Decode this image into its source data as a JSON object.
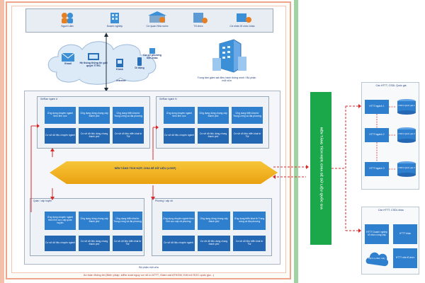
{
  "colors": {
    "outer_border": "#f0a58a",
    "left_band": "#f3c0aa",
    "right_band": "#9fd39f",
    "axis_bar": "#1aa84a",
    "orange_bar": "#f2b21a",
    "tile_blue": "#2f7fcf",
    "arrow_red": "#d62b2b"
  },
  "top_bar": {
    "items": [
      {
        "label": "Người dân",
        "icon": "people-icon"
      },
      {
        "label": "Doanh nghiệp",
        "icon": "building-icon"
      },
      {
        "label": "Cơ quan Nhà nước",
        "icon": "government-icon"
      },
      {
        "label": "Tổ chức",
        "icon": "organization-icon"
      },
      {
        "label": "Cá nhân tổ chức khác",
        "icon": "group-icon"
      }
    ]
  },
  "cloud": {
    "email": "Email",
    "portal": "Hệ thống thông tin giải quyết TTHC",
    "kiosk": "Kiosk",
    "mobile": "Di động",
    "app": "Cơ sở phương tiện khác",
    "internet": "Internet"
  },
  "server_caption": "Trung tâm giám sát điều hành thông minh / Bộ phận một cửa",
  "left_panels": [
    {
      "title": "Sở/Ban ngành A",
      "top_tiles": [
        "Ứng dụng chuyên ngành theo lĩnh vực",
        "Ứng dụng dùng chung cấp thành phố",
        "Ứng dụng triển khai từ Trung ương và địa phương"
      ],
      "bottom_tiles": [
        "Cơ sở dữ liệu chuyên ngành",
        "Cơ sở dữ liệu dùng chung thành phố",
        "Cơ sở dữ liệu triển khai từ TW"
      ]
    },
    {
      "title": "Sở/Ban ngành N",
      "top_tiles": [
        "Ứng dụng chuyên ngành theo lĩnh vực",
        "Ứng dụng dùng chung cấp thành phố",
        "Ứng dụng triển khai từ Trung ương và địa phương"
      ],
      "bottom_tiles": [
        "Cơ sở dữ liệu chuyên ngành",
        "Cơ sở dữ liệu dùng chung thành phố",
        "Cơ sở dữ liệu triển khai từ TW"
      ]
    },
    {
      "title": "Quận / cấp huyện",
      "top_tiles": [
        "Ứng dụng chuyên ngành theo lĩnh vực cấp quận huyện",
        "Ứng dụng dùng chung cấp thành phố",
        "Ứng dụng triển khai từ Trung ương và địa phương"
      ],
      "bottom_tiles": [
        "Cơ sở dữ liệu chuyên ngành",
        "Cơ sở dữ liệu dùng chung thành phố",
        "Cơ sở dữ liệu triển khai từ TW"
      ]
    },
    {
      "title": "Phường / cấp xã",
      "top_tiles": [
        "Ứng dụng chuyên ngành theo lĩnh vực cấp xã phường",
        "Ứng dụng dùng chung cấp thành phố",
        "Ứng dụng triển khai từ Trung ương và địa phương"
      ],
      "bottom_tiles": [
        "Cơ sở dữ liệu chuyên ngành",
        "Cơ sở dữ liệu dùng chung thành phố",
        "Cơ sở dữ liệu triển khai từ TW"
      ]
    }
  ],
  "orange_bar_label": "NỀN TẢNG TÍCH HỢP, CHIA SẺ DỮ LIỆU (LGSP)",
  "green_bar_label": "NỀN TẢNG TÍCH HỢP, CHIA SẺ DỮ LIỆU QUỐC GIA",
  "inner_footer": "Bộ phận một cửa",
  "outer_footer": "An toàn thông tin (Biện pháp, kiểm soát nguy cơ rủi ro ATTT, Giám sát ATKGM, Kết nối SOC quốc gia...)",
  "right_top": {
    "title": "Các HTTT, CSDL Quốc gia",
    "rows": [
      {
        "left": "HTTT/ngành 1",
        "right": "CSDL Quốc gia 1"
      },
      {
        "left": "HTTT/ngành 2",
        "right": "CSDL Quốc gia 2"
      },
      {
        "left": "HTTT/ngành 3",
        "right": "CSDL Quốc gia 3"
      }
    ]
  },
  "right_bottom": {
    "title": "Các HTTT, CSDL khác",
    "tiles": [
      "HTTT Doanh nghiệp tổ chức cung cấp",
      "HTTT khác",
      "Dịch vụ đám mây",
      "HTTT của tổ chức"
    ]
  }
}
